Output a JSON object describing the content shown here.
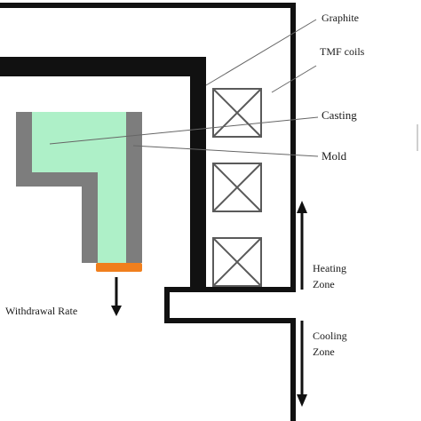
{
  "labels": {
    "graphite": "Graphite",
    "tmf_coils": "TMF coils",
    "casting": "Casting",
    "mold": "Mold",
    "heating_zone_line1": "Heating",
    "heating_zone_line2": "Zone",
    "cooling_zone_line1": "Cooling",
    "cooling_zone_line2": "Zone",
    "withdrawal_rate": "Withdrawal Rate"
  },
  "colors": {
    "graphite": "#111111",
    "mold": "#7d7d7d",
    "casting": "#aef0c8",
    "chill_plate": "#f07f1d",
    "coil_box": "#5a5a5a",
    "leader_line": "#666666",
    "arrow": "#111111"
  },
  "coil_count": 3
}
